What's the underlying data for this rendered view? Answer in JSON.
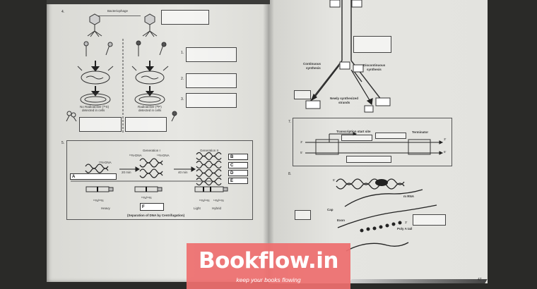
{
  "left_page": {
    "q4": {
      "number": "4.",
      "bacteriophage_label": "Bacteriophage",
      "caption_left_line1": "No Radioactive (³⁵S)",
      "caption_left_line2": "detected in cells",
      "caption_right_line1": "Radioactive (³²P)",
      "caption_right_line2": "detected in cells",
      "answer_numbers": [
        "1.",
        "2.",
        "3."
      ]
    },
    "q5": {
      "number": "5.",
      "generation_1": "Generation I",
      "generation_2": "Generation II",
      "n15_dna": "¹⁵N-DNA",
      "n14_dna": "¹⁴N-DNA",
      "n15_dna_top": "¹⁵N-DNA",
      "time_20": "20 min",
      "time_40": "40 min",
      "box_labels": [
        "A",
        "B",
        "C",
        "D",
        "E",
        "F"
      ],
      "tube_label_1": "¹⁵N/¹⁵N",
      "tube_label_2": "¹⁵N/¹⁴N",
      "tube_label_3": "¹⁵N/¹⁴N",
      "tube_label_4": "¹⁴N/¹⁴N",
      "heavy": "Heavy",
      "light": "Light",
      "hybrid": "Hybrid",
      "caption": "(Separation of DNA by Centrifugation)"
    }
  },
  "right_page": {
    "q6": {
      "continuous": "Continuous",
      "continuous_2": "synthesis",
      "discontinuous": "Discontinuous",
      "discontinuous_2": "synthesis",
      "newly_1": "Newly synthesized",
      "newly_2": "strands"
    },
    "q7": {
      "number": "7.",
      "start_site": "Transcription start site",
      "terminator": "Terminator",
      "p3": "3'",
      "p5": "5'",
      "p3b": "3'",
      "p5b": "5'"
    },
    "q8": {
      "number": "8.",
      "mrna": "m RNA",
      "cap": "Cap",
      "exon": "Exon",
      "poly_a": "Poly A tail",
      "p5": "5'",
      "p3": "3'"
    },
    "footer_page": "47"
  },
  "watermark": {
    "brand": "Bookflow.in",
    "tagline": "keep your books flowing",
    "color": "#ee6f6f"
  }
}
